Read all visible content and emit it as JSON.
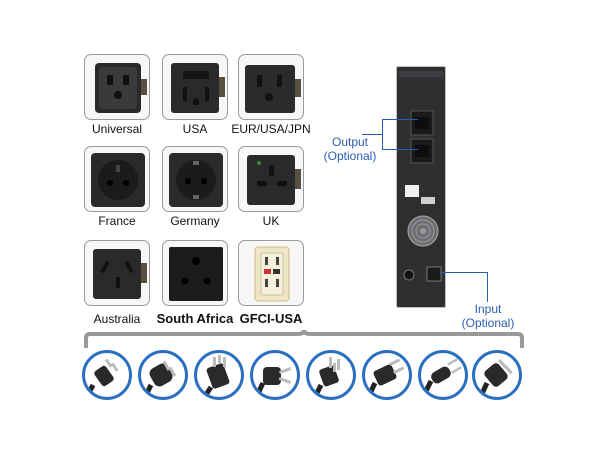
{
  "sockets": [
    {
      "label": "Universal",
      "icon": "universal-socket-icon"
    },
    {
      "label": "USA",
      "icon": "usa-socket-icon"
    },
    {
      "label": "EUR/USA/JPN",
      "icon": "eur-usa-jpn-socket-icon"
    },
    {
      "label": "France",
      "icon": "france-socket-icon"
    },
    {
      "label": "Germany",
      "icon": "germany-socket-icon"
    },
    {
      "label": "UK",
      "icon": "uk-socket-icon"
    },
    {
      "label": "Australia",
      "icon": "australia-socket-icon"
    },
    {
      "label": "South Africa",
      "icon": "south-africa-socket-icon"
    },
    {
      "label": "GFCI-USA",
      "icon": "gfci-usa-socket-icon"
    }
  ],
  "callouts": {
    "output_line1": "Output",
    "output_line2": "(Optional)",
    "input_line1": "Input",
    "input_line2": "(Optional)"
  },
  "plugs": [
    "usa-grounded-plug-icon",
    "schuko-plug-icon",
    "uk-plug-icon",
    "australia-plug-icon",
    "usa-grounded-plug-icon",
    "usa-flat-plug-icon",
    "euro-plug-icon",
    "angled-plug-icon"
  ],
  "colors": {
    "accent": "#2a5db0",
    "plug_ring": "#2a6fc0",
    "device_body": "#2e2f31"
  }
}
